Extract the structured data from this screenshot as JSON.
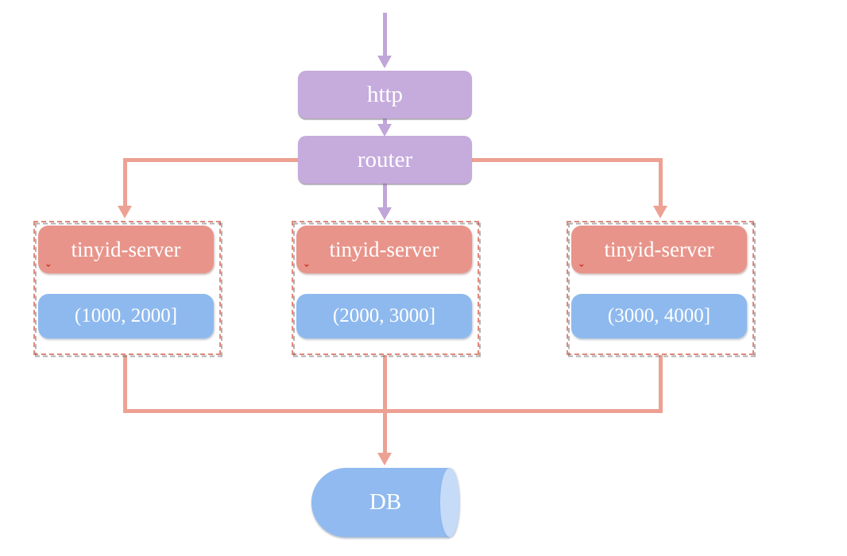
{
  "nodes": {
    "http": {
      "label": "http"
    },
    "router": {
      "label": "router"
    },
    "servers": [
      {
        "name": "tinyid-server",
        "range": "(1000, 2000]"
      },
      {
        "name": "tinyid-server",
        "range": "(2000, 3000]"
      },
      {
        "name": "tinyid-server",
        "range": "(3000, 4000]"
      }
    ],
    "db": {
      "label": "DB"
    }
  },
  "edges": [
    {
      "from": "client",
      "to": "http",
      "style": "purple-arrow"
    },
    {
      "from": "http",
      "to": "router",
      "style": "purple-arrow"
    },
    {
      "from": "router",
      "to": "server-1",
      "style": "salmon-arrow"
    },
    {
      "from": "router",
      "to": "server-2",
      "style": "purple-arrow"
    },
    {
      "from": "router",
      "to": "server-3",
      "style": "salmon-arrow"
    },
    {
      "from": "server-1",
      "to": "db",
      "style": "salmon-arrow"
    },
    {
      "from": "server-2",
      "to": "db",
      "style": "salmon-arrow"
    },
    {
      "from": "server-3",
      "to": "db",
      "style": "salmon-arrow"
    }
  ],
  "colors": {
    "purple_fill": "#c6abdd",
    "purple_connector": "#c1a6d9",
    "salmon_fill": "#e8948a",
    "salmon_connector": "#eda193",
    "dashed_border": "#df8a7e",
    "blue_fill": "#8eb9ee",
    "db_body": "#90baf0",
    "db_cap": "#c6dbf8",
    "label_text": "#ffffff",
    "spellcheck_mark": "#cc2b1d"
  },
  "spellcheck_glyph": "ˇ"
}
